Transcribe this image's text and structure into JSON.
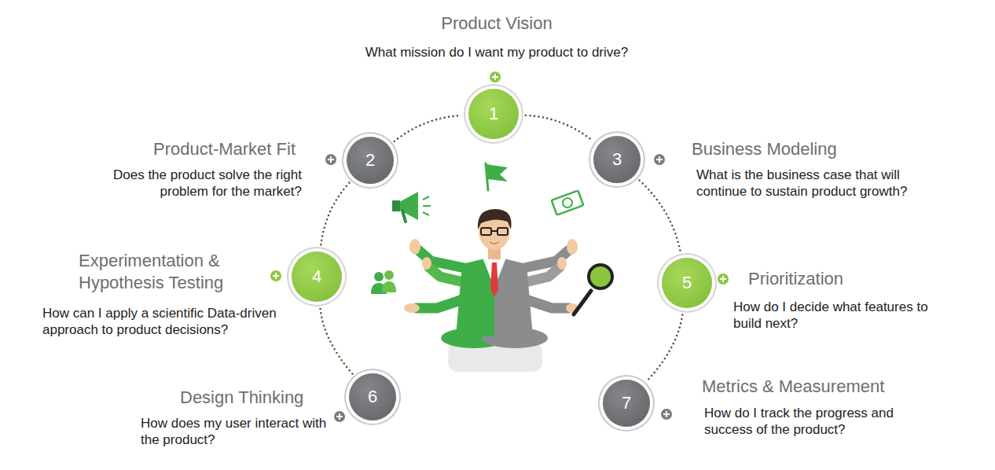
{
  "diagram": {
    "nodes": [
      {
        "text": [
          "1",
          "Product Vision",
          "What mission do I want my product to drive?"
        ]
      },
      {
        "text": [
          "2",
          "Product-Market Fit",
          "Does the product solve the right problem for the market?"
        ]
      },
      {
        "text": [
          "3",
          "Business Modeling",
          "What is the business case that will continue to sustain product growth?"
        ]
      },
      {
        "text": [
          "4",
          "Experimentation & Hypothesis Testing",
          "How can I apply a scientific Data-driven approach to product decisions?"
        ]
      },
      {
        "text": [
          "5",
          "Prioritization",
          "How do I decide what features to build next?"
        ]
      },
      {
        "text": [
          "6",
          "Design Thinking",
          "How does my user interact with the product?"
        ]
      },
      {
        "text": [
          "7",
          "Metrics & Measurement",
          "How do I track the progress and success of the product?"
        ]
      }
    ],
    "edges": [
      {
        "from": 5,
        "to": 3,
        "arrow": "none"
      },
      {
        "from": 3,
        "to": 1,
        "arrow": "none"
      },
      {
        "from": 1,
        "to": 0,
        "arrow": "none"
      },
      {
        "from": 0,
        "to": 2,
        "arrow": "none"
      },
      {
        "from": 2,
        "to": 4,
        "arrow": "none"
      },
      {
        "from": 4,
        "to": 6,
        "arrow": "none"
      }
    ]
  }
}
